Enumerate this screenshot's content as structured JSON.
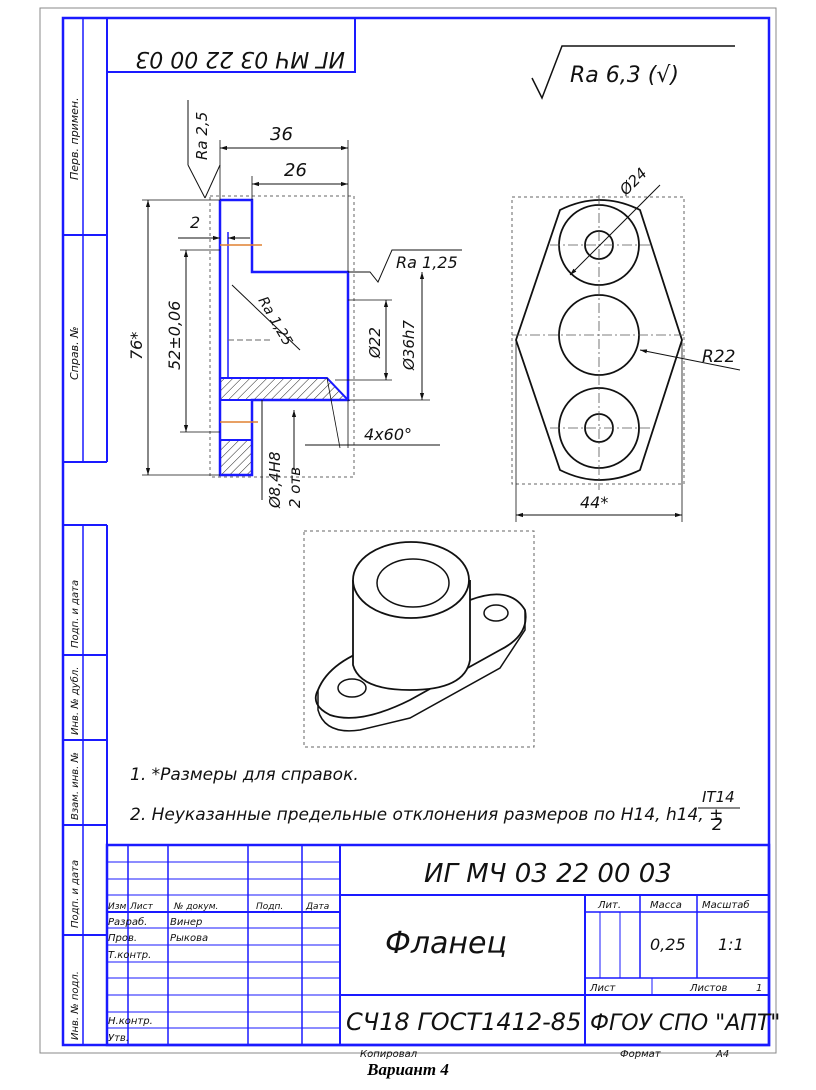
{
  "top_stamp": "ИГ МЧ 03 22 00 03",
  "roughness_general": "Ra 6,3 (√)",
  "left_strip": {
    "perv_primen": "Перв. примен.",
    "sprav_no": "Справ. №",
    "podp_data_1": "Подп. и дата",
    "inv_dubl": "Инв. № дубл.",
    "vzam_inv": "Взам. инв. №",
    "podp_data_2": "Подп. и дата",
    "inv_podl": "Инв. № подл."
  },
  "dimensions": {
    "d36": "36",
    "d26": "26",
    "d2": "2",
    "d76": "76*",
    "d52": "52±0,06",
    "ra25": "Ra 2,5",
    "ra125": "Ra 1,25",
    "ra125b": "Ra 1,25",
    "phi22": "Ø22",
    "phi36": "Ø36h7",
    "chamfer": "4x60°",
    "holes": "Ø8,4H8",
    "holes_count": "2 отв",
    "phi24": "Ø24",
    "r22": "R22",
    "d44": "44*"
  },
  "notes": {
    "note1": "1. *Размеры для справок.",
    "note2": "2. Неуказанные предельные отклонения размеров по H14, h14, ±",
    "frac_top": "IT14",
    "frac_bottom": "2"
  },
  "title_block": {
    "designation": "ИГ МЧ 03 22 00 03",
    "name": "Фланец",
    "material": "СЧ18 ГОСТ1412-85",
    "org": "ФГОУ СПО \"АПТ\"",
    "col_izm": "Изм",
    "col_list": "Лист",
    "col_docum": "№ докум.",
    "col_podp": "Подп.",
    "col_data": "Дата",
    "razrab": "Разраб.",
    "razrab_name": "Винер",
    "prov": "Пров.",
    "prov_name": "Рыкова",
    "tkontr": "Т.контр.",
    "nkontr": "Н.контр.",
    "utv": "Утв.",
    "lit": "Лит.",
    "massa": "Масса",
    "masshtab": "Масштаб",
    "massa_val": "0,25",
    "scale_val": "1:1",
    "list_label": "Лист",
    "listov_label": "Листов",
    "listov_val": "1"
  },
  "bottom": {
    "kopiroval": "Копировал",
    "format": "Формат",
    "format_val": "A4"
  },
  "caption": "Вариант 4"
}
